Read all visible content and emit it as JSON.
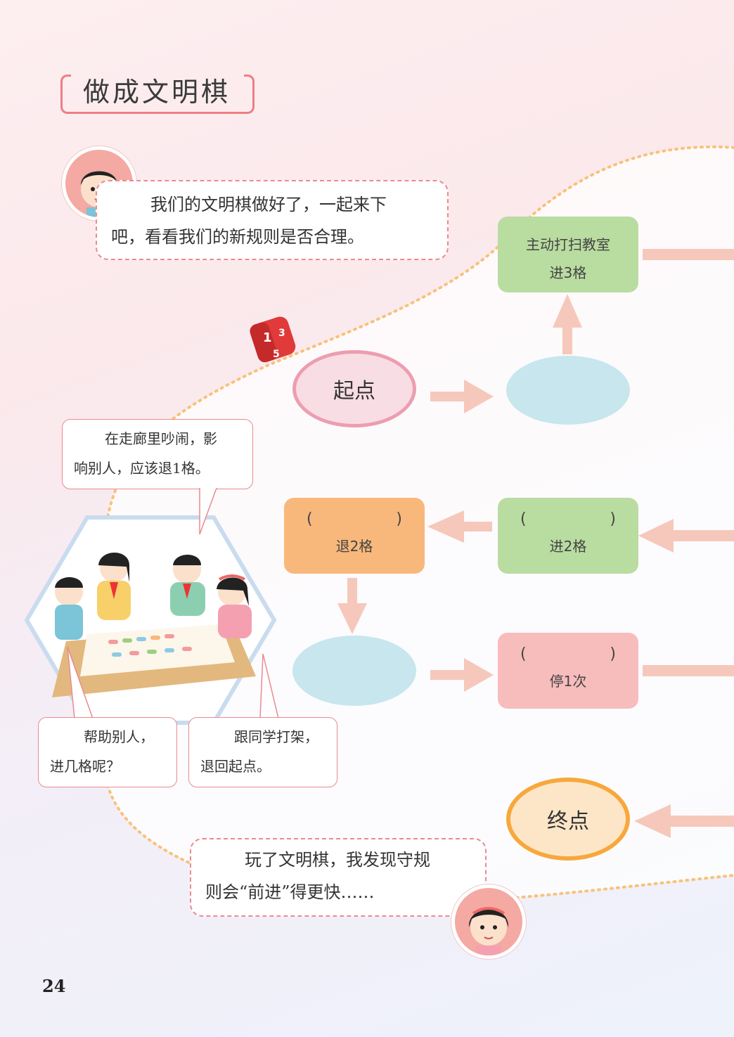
{
  "section_title": "做成文明棋",
  "boy_speech": {
    "line1": "我们的文明棋做好了，一起来下",
    "line2": "吧，看看我们的新规则是否合理。"
  },
  "board": {
    "start": "起点",
    "end": "终点",
    "green_top": {
      "line1": "主动打扫教室",
      "line2": "进3格"
    },
    "green_mid": {
      "open": "(",
      "close": ")",
      "line2": "进2格"
    },
    "orange": {
      "open": "(",
      "close": ")",
      "line2": "退2格"
    },
    "pink": {
      "open": "(",
      "close": ")",
      "line2": "停1次"
    }
  },
  "dice_faces": [
    "1",
    "3",
    "5"
  ],
  "notes": {
    "top": {
      "line1": "在走廊里吵闹，影",
      "line2": "响别人，应该退1格。"
    },
    "left": {
      "line1": "帮助别人，",
      "line2": "进几格呢？"
    },
    "right": {
      "line1": "跟同学打架，",
      "line2": "退回起点。"
    }
  },
  "girl_speech": {
    "line1": "玩了文明棋，我发现守规",
    "line2": "则会“前进”得更快……"
  },
  "page_number": "24",
  "colors": {
    "green": "#b9dca0",
    "orange": "#f8b87c",
    "pink": "#f7bcbc",
    "blue_ellipse": "#c7e6ee",
    "arrow": "#f6c8bb",
    "accent": "#ec7f84"
  }
}
